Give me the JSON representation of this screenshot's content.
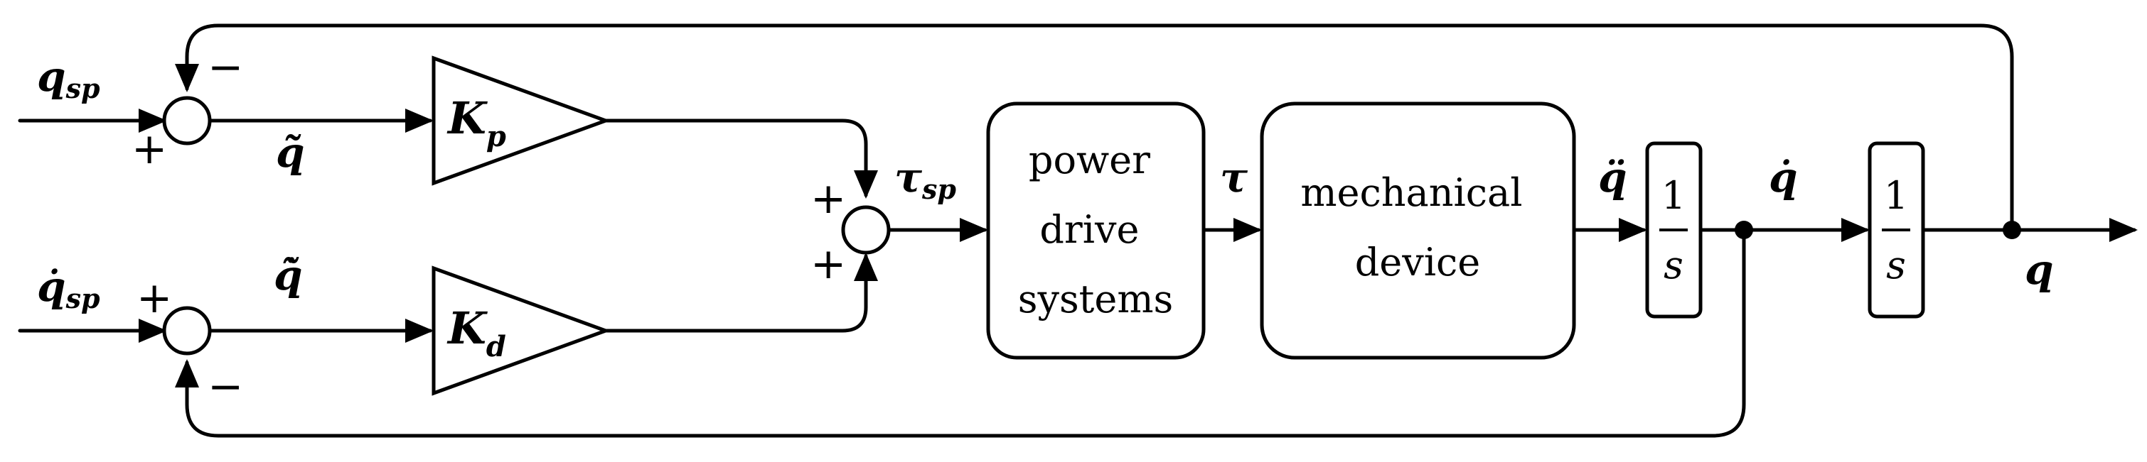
{
  "signals": {
    "q_sp": "q",
    "q_sp_sub": "sp",
    "qdot_sp": "q̇",
    "qdot_sp_sub": "sp",
    "q_tilde": "q̃",
    "qdot_tilde": "q̃̇",
    "tau_sp": "τ",
    "tau_sp_sub": "sp",
    "tau": "τ",
    "qddot": "q̈",
    "qdot": "q̇",
    "q": "q"
  },
  "gains": {
    "kp_letter": "K",
    "kp_sub": "p",
    "kd_letter": "K",
    "kd_sub": "d"
  },
  "blocks": {
    "power_drive": [
      "power",
      "drive",
      "systems"
    ],
    "mechanical": [
      "mechanical",
      "device"
    ],
    "integrator_num": "1",
    "integrator_den": "s"
  },
  "signs": {
    "plus": "+",
    "minus": "−"
  }
}
